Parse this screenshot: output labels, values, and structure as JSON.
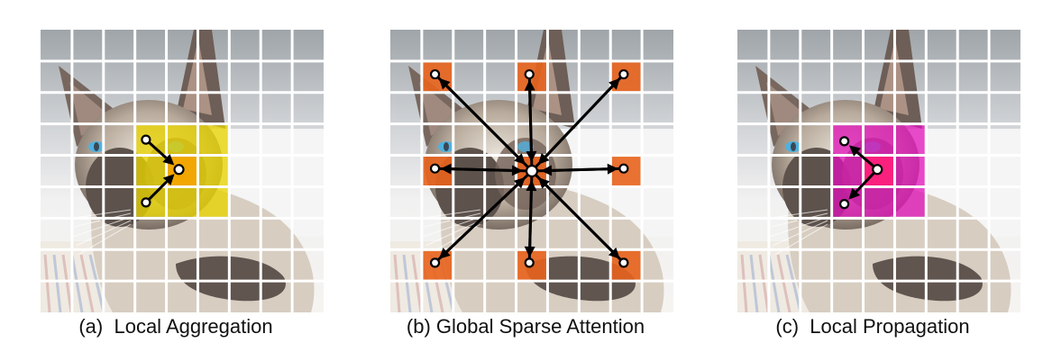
{
  "figure": {
    "panels": [
      {
        "id": "local-aggregation",
        "caption": "(a)  Local Aggregation",
        "highlight_color": "#e8d400",
        "center_color": "#f5a300",
        "mode": "aggregate"
      },
      {
        "id": "global-sparse-attention",
        "caption": "(b) Global Sparse Attention",
        "highlight_color": "#e8631c",
        "center_color": "#e8631c",
        "mode": "global"
      },
      {
        "id": "local-propagation",
        "caption": "(c)  Local Propagation",
        "highlight_color": "#e010b8",
        "center_color": "#ff1f7a",
        "mode": "propagate"
      }
    ],
    "colors": {
      "grid_line": "#ffffff",
      "arrow": "#000000",
      "node_fill": "#ffffff",
      "node_stroke": "#000000"
    },
    "image_subject": "siamese-cat-photo"
  }
}
